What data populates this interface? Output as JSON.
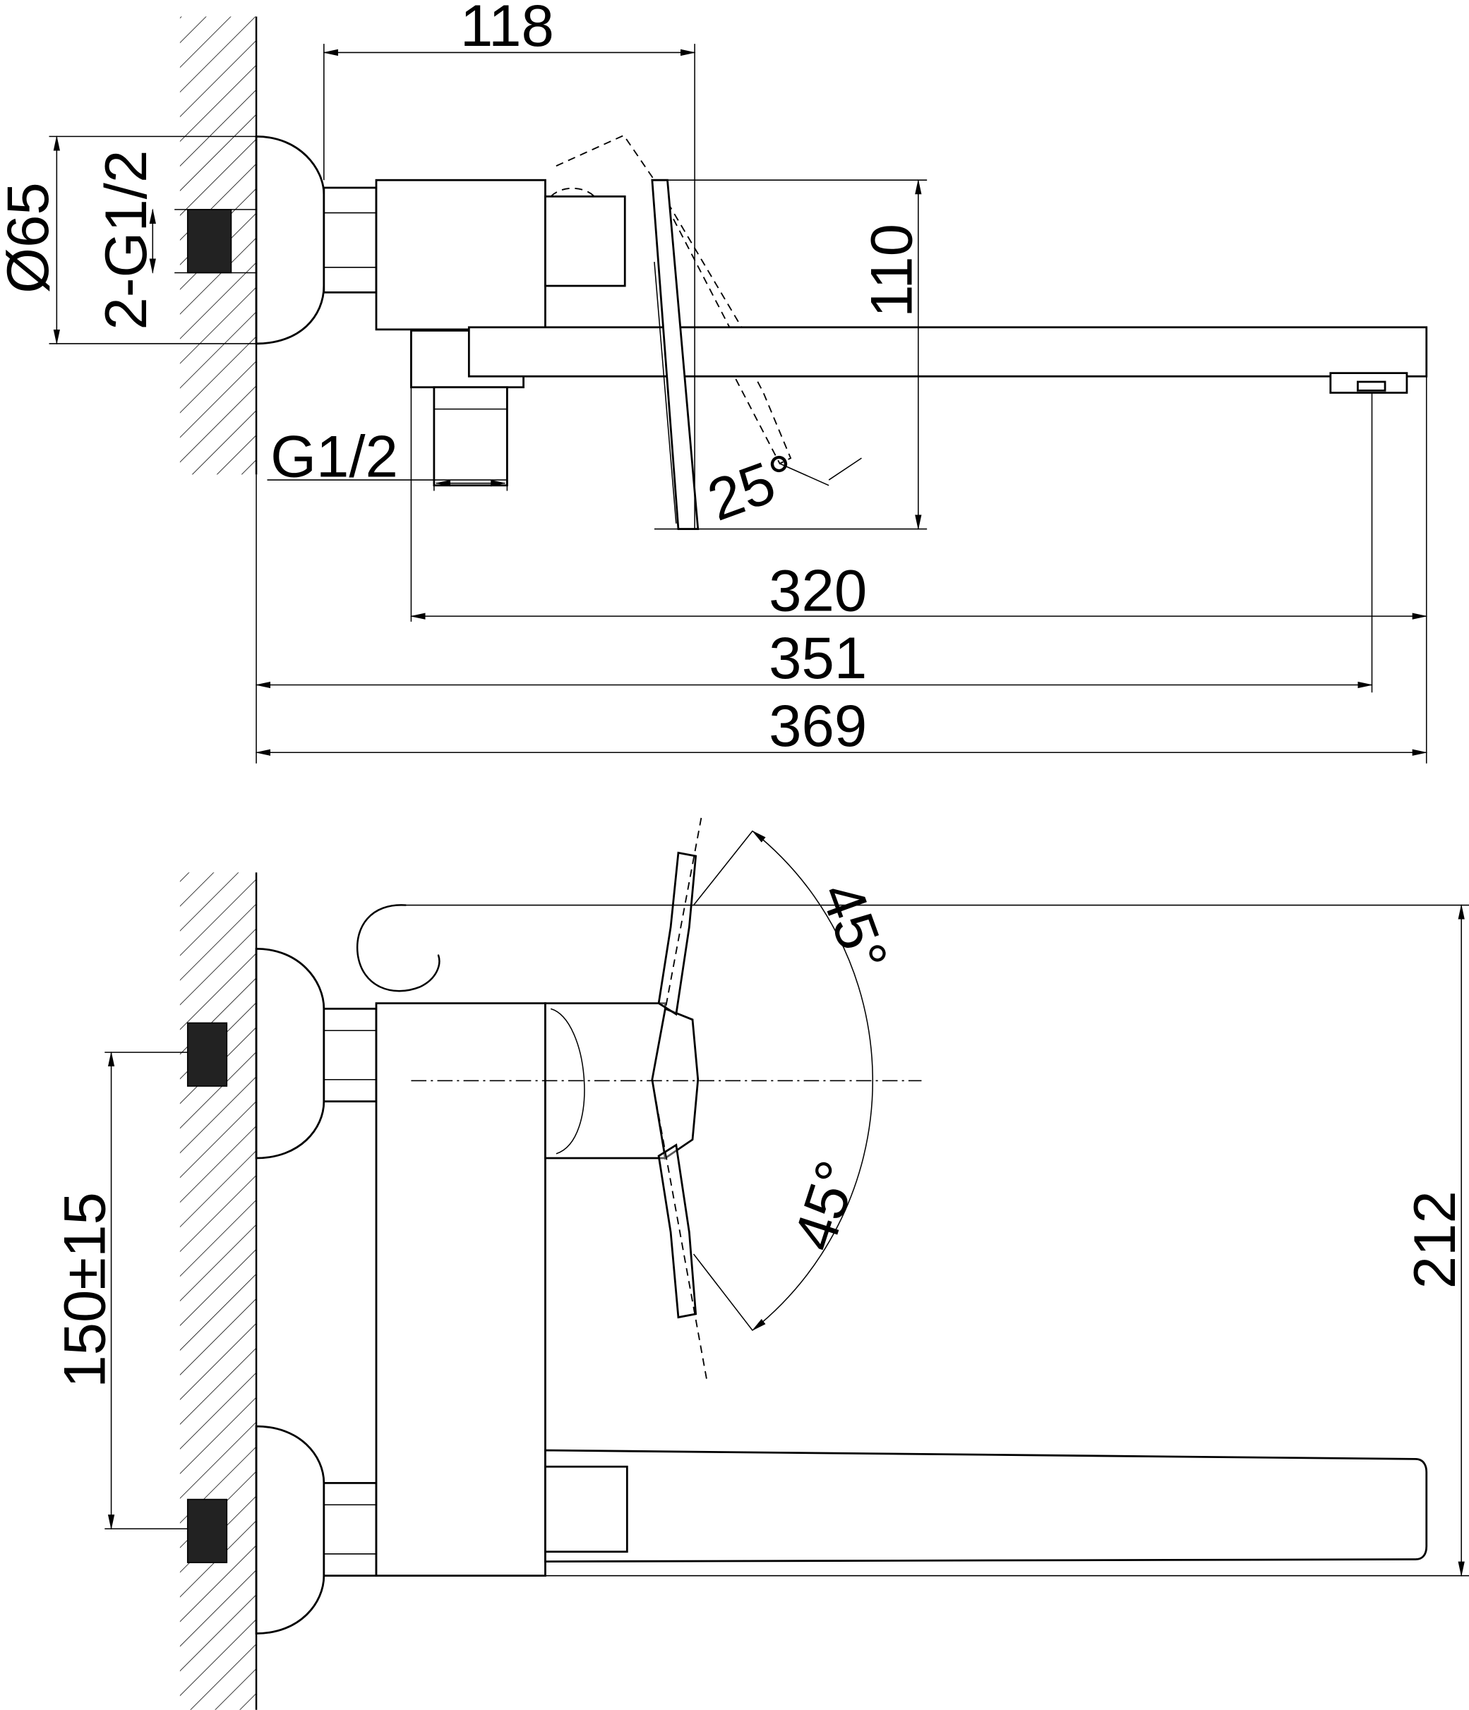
{
  "drawing": {
    "side_view": {
      "dim_projection_width": "118",
      "dim_flange_diameter": "Ø65",
      "dim_inlet_thread": "2-G1/2",
      "dim_handle_height": "110",
      "dim_outlet_thread": "G1/2",
      "dim_lever_angle": "25°",
      "dim_spout_length": "320",
      "dim_outlet_reach": "351",
      "dim_total_length": "369"
    },
    "top_view": {
      "dim_rotation_up": "45°",
      "dim_rotation_down": "45°",
      "dim_inlet_spacing": "150±15",
      "dim_total_height": "212"
    }
  }
}
